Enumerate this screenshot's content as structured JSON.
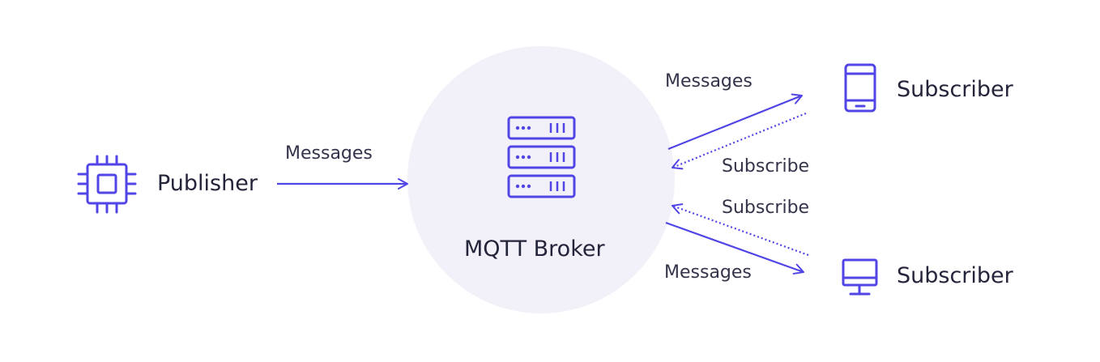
{
  "colors": {
    "accent": "#5145e5",
    "broker_circle": "#f2f1f9",
    "text": "#24243a"
  },
  "broker": {
    "label": "MQTT Broker",
    "icon": "server-rack-icon"
  },
  "publisher": {
    "label": "Publisher",
    "icon": "chip-icon"
  },
  "subscribers": [
    {
      "label": "Subscriber",
      "icon": "smartphone-icon"
    },
    {
      "label": "Subscriber",
      "icon": "monitor-icon"
    }
  ],
  "edges": {
    "publisher_to_broker": "Messages",
    "broker_to_subscriber_1": "Messages",
    "subscriber_1_to_broker": "Subscribe",
    "subscriber_2_to_broker": "Subscribe",
    "broker_to_subscriber_2": "Messages"
  }
}
